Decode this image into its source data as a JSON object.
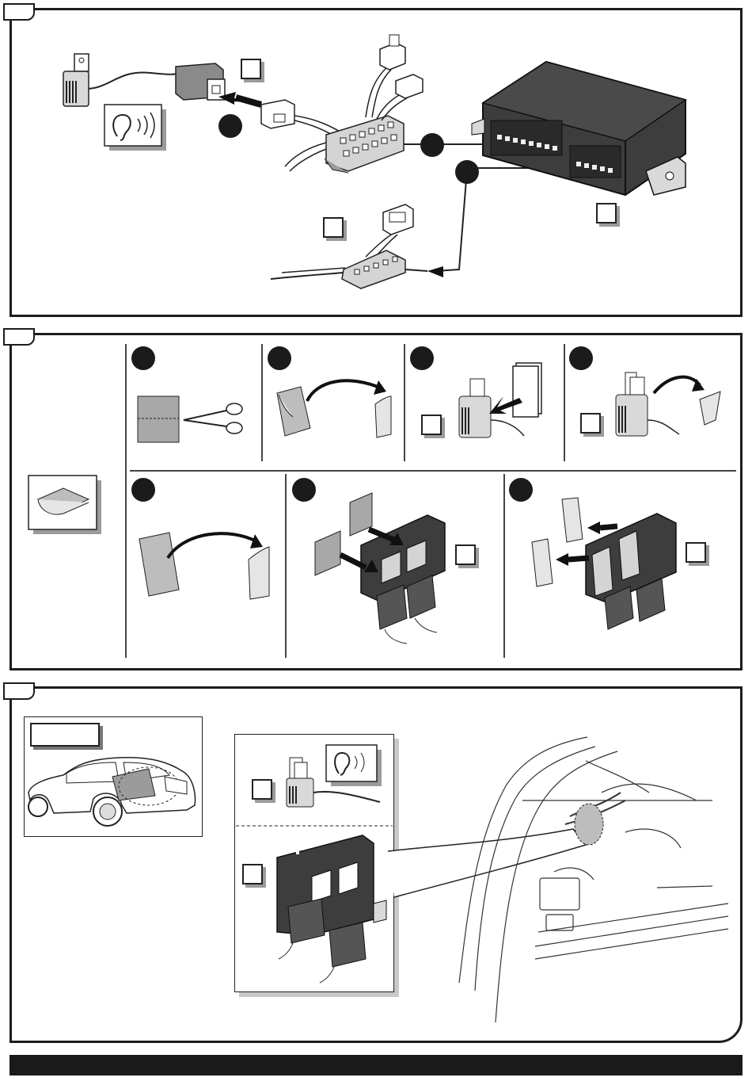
{
  "panels": [
    {
      "id": "wiring",
      "tab_label": ""
    },
    {
      "id": "adhesive-pads",
      "tab_label": ""
    },
    {
      "id": "vehicle-location",
      "tab_label": ""
    }
  ],
  "callouts": {
    "buzzer_top": "",
    "harness_bottom": "",
    "module_top": "",
    "buzzer_step3": "",
    "buzzer_step4": "",
    "module_step6": "",
    "module_step7": "",
    "buzzer_detail": "",
    "module_detail": "",
    "car_label": ""
  },
  "icons": [
    "ear-sound-icon",
    "adhesive-pad-icon",
    "scissors-icon",
    "arrow-icon"
  ],
  "colors": {
    "line": "#1d1d1d",
    "shadow": "#9b9b9b",
    "module": "#3a3a3a",
    "pad": "#bdbdbd"
  }
}
